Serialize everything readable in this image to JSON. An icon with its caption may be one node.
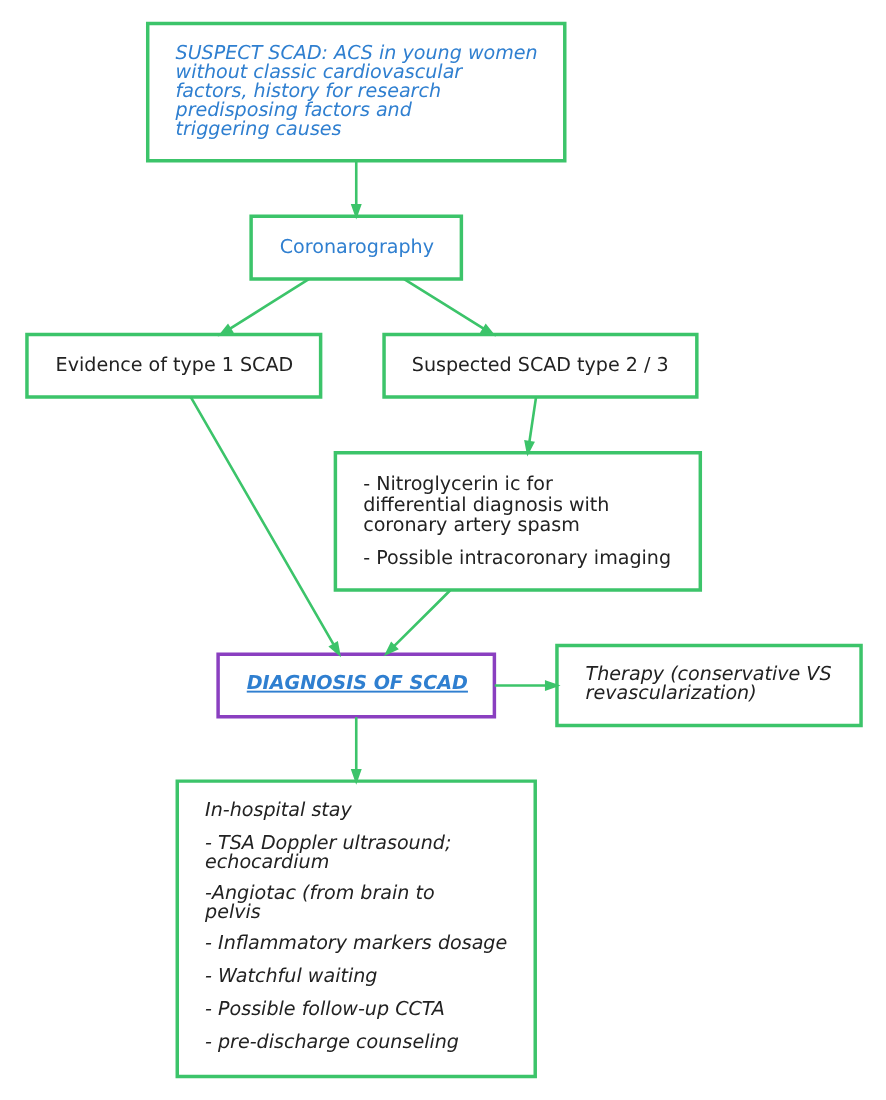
{
  "diagram": {
    "nodes": [
      {
        "text": [
          "SUSPECT SCAD: ACS in young women without classic cardiovascular factors, history for research predisposing factors and triggering causes"
        ]
      },
      {
        "text": [
          "Coronarography"
        ]
      },
      {
        "text": [
          "Evidence of type 1 SCAD"
        ]
      },
      {
        "text": [
          "Suspected SCAD type 2 / 3"
        ]
      },
      {
        "text": [
          "- Nitroglycerin ic for differential diagnosis with coronary artery spasm",
          "- Possible intracoronary imaging"
        ]
      },
      {
        "text": [
          "DIAGNOSIS OF SCAD"
        ]
      },
      {
        "text": [
          "Therapy (conservative VS revascularization)"
        ]
      },
      {
        "text": [
          "In-hospital stay",
          "- TSA Doppler ultrasound; echocardium",
          "-Angiotac (from brain to pelvis",
          "- Inflammatory markers dosage",
          "- Watchful waiting",
          "- Possible follow-up CCTA",
          "- pre-discharge counseling"
        ]
      }
    ],
    "edges": [
      {
        "from": 0,
        "to": 1,
        "arrow": "to"
      },
      {
        "from": 1,
        "to": 2,
        "arrow": "to"
      },
      {
        "from": 1,
        "to": 3,
        "arrow": "to"
      },
      {
        "from": 3,
        "to": 4,
        "arrow": "to"
      },
      {
        "from": 2,
        "to": 5,
        "arrow": "to"
      },
      {
        "from": 4,
        "to": 5,
        "arrow": "to"
      },
      {
        "from": 5,
        "to": 6,
        "arrow": "to"
      },
      {
        "from": 5,
        "to": 7,
        "arrow": "to"
      }
    ]
  }
}
